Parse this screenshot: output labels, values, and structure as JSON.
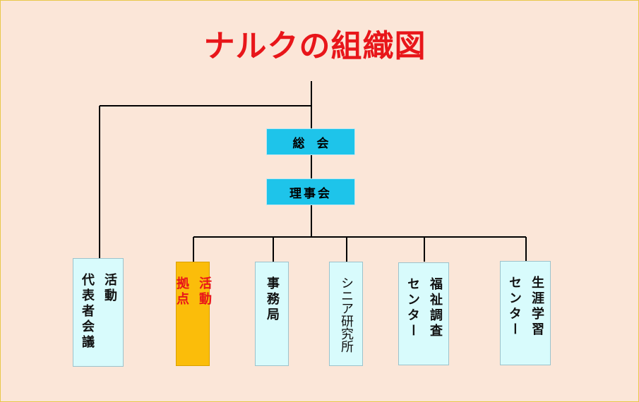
{
  "title": "ナルクの組織図",
  "nodes": {
    "general_assembly": "総　会",
    "board": "理事会",
    "rep_council": [
      "活動",
      "代表者会議"
    ],
    "activity_base": [
      "活動",
      "拠点"
    ],
    "secretariat": [
      "事務局"
    ],
    "senior_institute": [
      "シニア研究所"
    ],
    "welfare_center": [
      "福祉調査",
      "センター"
    ],
    "learning_center": [
      "生涯学習",
      "センター"
    ]
  },
  "colors": {
    "title": "#e8161a",
    "background": "#fbe6d8",
    "top_box": "#1ec4ea",
    "unit_box": "#d8fbfc",
    "highlight_box": "#fbbd0a"
  }
}
